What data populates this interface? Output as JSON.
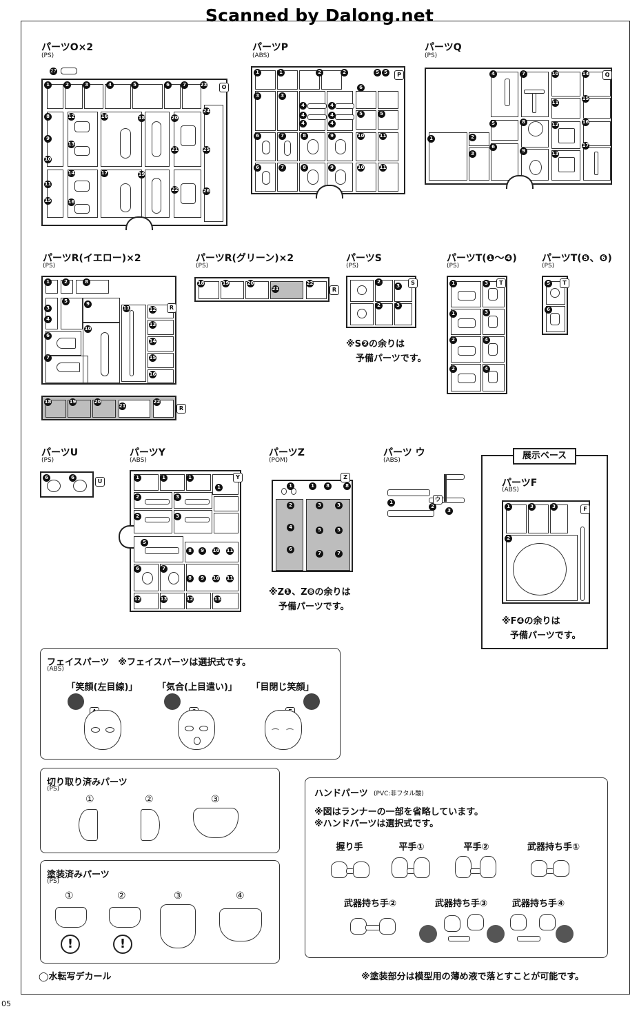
{
  "watermark": "Scanned by Dalong.net",
  "runners": {
    "O": {
      "name": "パーツO×2",
      "mat": "(PS)"
    },
    "P": {
      "name": "パーツP",
      "mat": "(ABS)"
    },
    "Q": {
      "name": "パーツQ",
      "mat": "(PS)"
    },
    "R_yellow": {
      "name": "パーツR(イエロー)×2",
      "mat": "(PS)"
    },
    "R_green": {
      "name": "パーツR(グリーン)×2",
      "mat": "(PS)"
    },
    "S": {
      "name": "パーツS",
      "mat": "(PS)",
      "note1": "※S❷の余りは",
      "note2": "予備パーツです。"
    },
    "T14": {
      "name": "パーツT(❶〜❹)",
      "mat": "(PS)"
    },
    "T56": {
      "name": "パーツT(❺、❻)",
      "mat": "(PS)"
    },
    "U": {
      "name": "パーツU",
      "mat": "(PS)"
    },
    "Y": {
      "name": "パーツY",
      "mat": "(ABS)"
    },
    "Z": {
      "name": "パーツZ",
      "mat": "(POM)",
      "note1": "※Z❶、Z❽の余りは",
      "note2": "予備パーツです。"
    },
    "U2": {
      "name": "パーツ ウ",
      "mat": "(ABS)"
    },
    "F": {
      "title": "展示ベース",
      "name": "パーツF",
      "mat": "(ABS)",
      "note1": "※F❹の余りは",
      "note2": "予備パーツです。"
    }
  },
  "face": {
    "title": "フェイスパーツ　※フェイスパーツは選択式です。",
    "mat": "(ABS)",
    "items": [
      {
        "label": "「笑顔(左目線)」",
        "tag": "A"
      },
      {
        "label": "「気合(上目遣い)」",
        "tag": "C"
      },
      {
        "label": "「目閉じ笑顔」",
        "tag": "E"
      }
    ]
  },
  "precut": {
    "title": "切り取り済みパーツ",
    "mat": "(PS)",
    "items": [
      "①",
      "②",
      "③"
    ]
  },
  "painted": {
    "title": "塗装済みパーツ",
    "mat": "(PS)",
    "items": [
      "①",
      "②",
      "③",
      "④"
    ]
  },
  "hands": {
    "title": "ハンドパーツ",
    "mat": "(PVC:非フタル酸)",
    "note1": "※図はランナーの一部を省略しています。",
    "note2": "※ハンドパーツは選択式です。",
    "row1": [
      "握り手",
      "平手①",
      "平手②",
      "武器持ち手①"
    ],
    "row2": [
      "武器持ち手②",
      "武器持ち手③",
      "武器持ち手④"
    ]
  },
  "footer": {
    "decal": "◯水転写デカール",
    "paint_note": "※塗装部分は模型用の薄め液で落とすことが可能です。",
    "page": "05"
  }
}
